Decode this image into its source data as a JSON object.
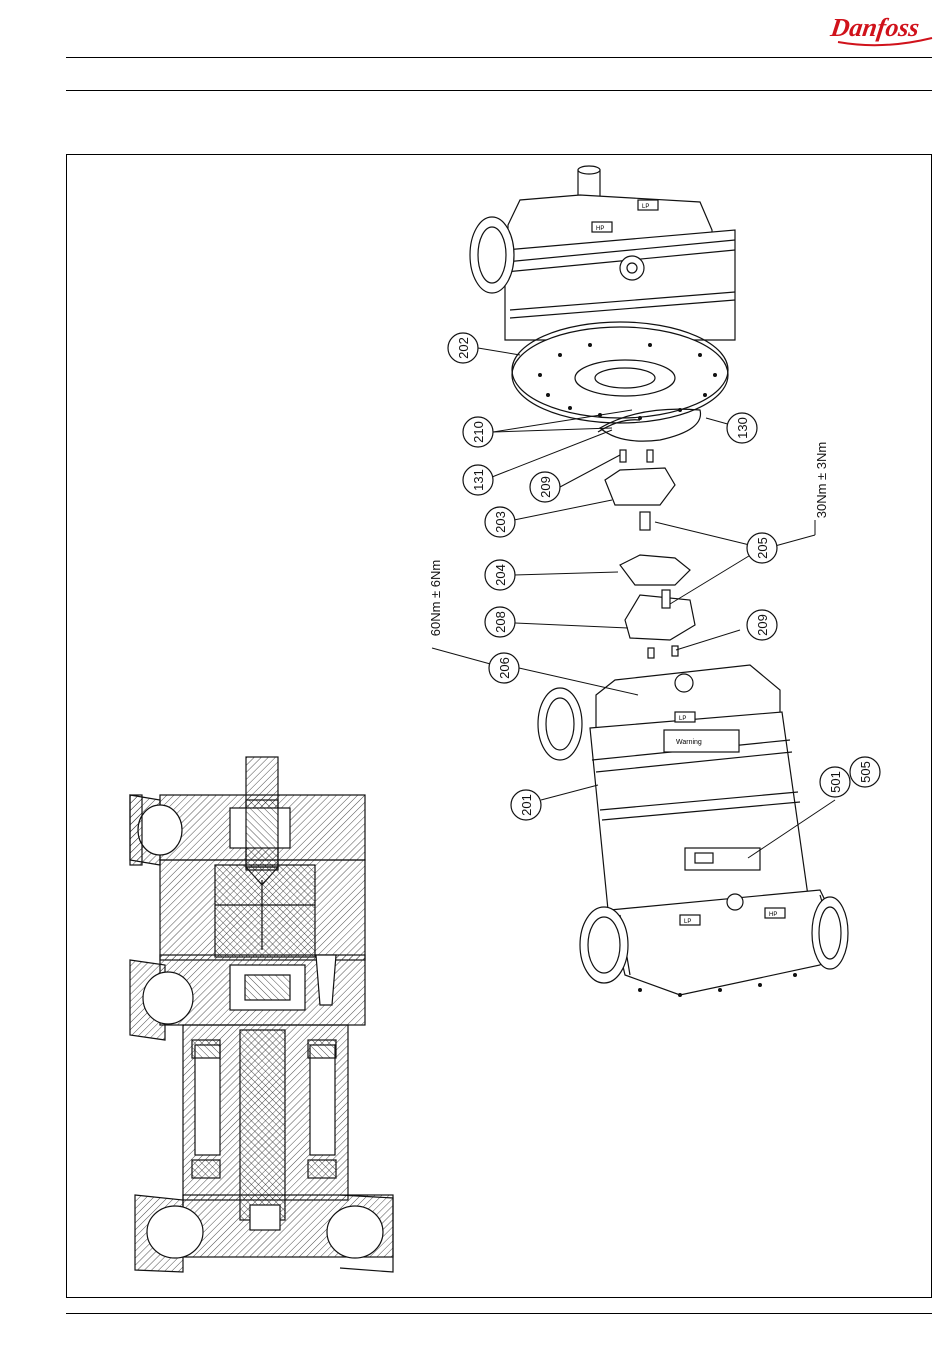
{
  "header": {
    "brand_logo_text": "Danfoss",
    "brand_color": "#d0121b"
  },
  "exploded_view": {
    "callouts": [
      "202",
      "210",
      "130",
      "131",
      "209",
      "203",
      "205",
      "204",
      "208",
      "209",
      "206",
      "201",
      "501",
      "505"
    ],
    "torque_upper": "30Nm ± 3Nm",
    "torque_lower": "60Nm ± 6Nm",
    "label_hp": "HP",
    "label_lp": "LP",
    "label_warning": "Warning"
  }
}
